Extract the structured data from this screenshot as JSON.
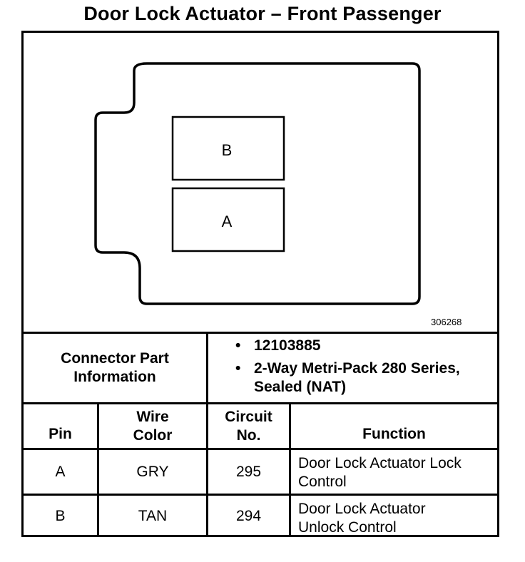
{
  "title": "Door Lock Actuator – Front Passenger",
  "figure_number": "306268",
  "connector": {
    "pins": [
      {
        "label": "B"
      },
      {
        "label": "A"
      }
    ]
  },
  "connector_part_info": {
    "label": "Connector Part Information",
    "items": [
      {
        "bullet": "•",
        "text": "12103885"
      },
      {
        "bullet": "•",
        "text": "2-Way Metri-Pack 280 Series, Sealed (NAT)"
      }
    ]
  },
  "table": {
    "headers": {
      "pin": "Pin",
      "wire_color": "Wire Color",
      "circuit_no": "Circuit No.",
      "function": "Function"
    },
    "rows": [
      {
        "pin": "A",
        "wire_color": "GRY",
        "circuit": "295",
        "function": "Door Lock Actuator Lock Control"
      },
      {
        "pin": "B",
        "wire_color": "TAN",
        "circuit": "294",
        "function": "Door Lock Actuator Unlock Control"
      }
    ]
  }
}
